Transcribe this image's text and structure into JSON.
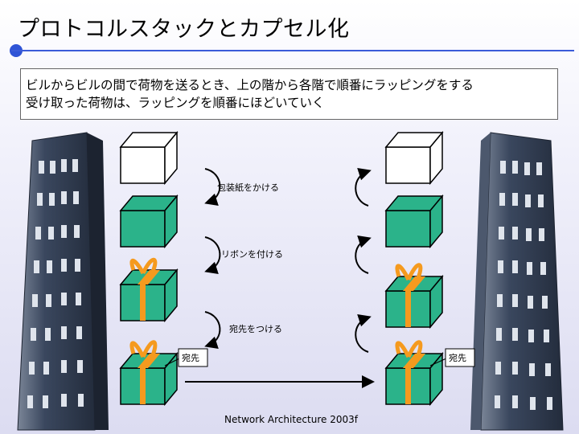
{
  "title": "プロトコルスタックとカプセル化",
  "description": {
    "line1": "ビルからビルの間で荷物を送るとき、上の階から各階で順番にラッピングをする",
    "line2": "受け取った荷物は、ラッピングを順番にほどいていく"
  },
  "steps": {
    "wrap": "包装紙をかける",
    "ribbon": "リボンを付ける",
    "address": "宛先をつける"
  },
  "tags": {
    "left": "宛先",
    "right": "宛先"
  },
  "footer": "Network Architecture 2003f",
  "colors": {
    "accent": "#2f54d6",
    "box_green": "#2bb38a",
    "ribbon": "#f59a1e",
    "building": "#3c4a63"
  }
}
